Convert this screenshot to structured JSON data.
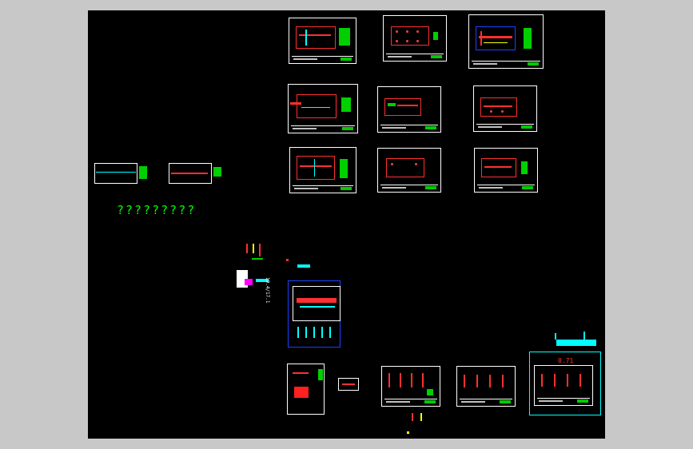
{
  "app": {
    "title": "CAD Model Space Viewer"
  },
  "canvas": {
    "background": "#000000",
    "frame": "#c8c8c8"
  },
  "annotations": {
    "question_text": "?????????",
    "dimension_label": "0.71",
    "side_label": "19.4/17.1"
  },
  "colors": {
    "border": "#ffffff",
    "wall": "#ff3030",
    "note": "#00d000",
    "highlight_cyan": "#00ffff",
    "highlight_blue": "#2040ff",
    "yellow": "#ffff00"
  },
  "sheets": {
    "count": 16,
    "row1": [
      "sheet-1",
      "sheet-2",
      "sheet-3"
    ],
    "row2": [
      "sheet-4",
      "sheet-5",
      "sheet-6"
    ],
    "row3": [
      "sheet-7",
      "sheet-8",
      "sheet-9"
    ],
    "bottom": [
      "sheet-detail-1",
      "sheet-detail-2",
      "sheet-detail-3",
      "sheet-detail-4"
    ]
  }
}
